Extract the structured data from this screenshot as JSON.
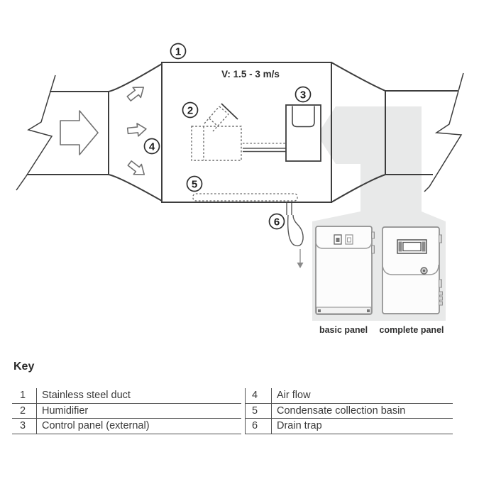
{
  "figure": {
    "velocity_label": "V: 1.5 - 3 m/s",
    "callouts": [
      "1",
      "2",
      "3",
      "4",
      "5",
      "6"
    ],
    "panel_labels": {
      "basic": "basic panel",
      "complete": "complete panel"
    },
    "colors": {
      "line": "#3d3d3d",
      "light_arrow_fill": "#e8e9e9",
      "dash": "#6b6b6b"
    }
  },
  "key": {
    "title": "Key",
    "columns": [
      {
        "rows": [
          {
            "num": "1",
            "label": "Stainless steel duct"
          },
          {
            "num": "2",
            "label": "Humidifier"
          },
          {
            "num": "3",
            "label": "Control panel (external)"
          }
        ]
      },
      {
        "rows": [
          {
            "num": "4",
            "label": "Air flow"
          },
          {
            "num": "5",
            "label": "Condensate collection basin"
          },
          {
            "num": "6",
            "label": "Drain trap"
          }
        ]
      }
    ]
  }
}
